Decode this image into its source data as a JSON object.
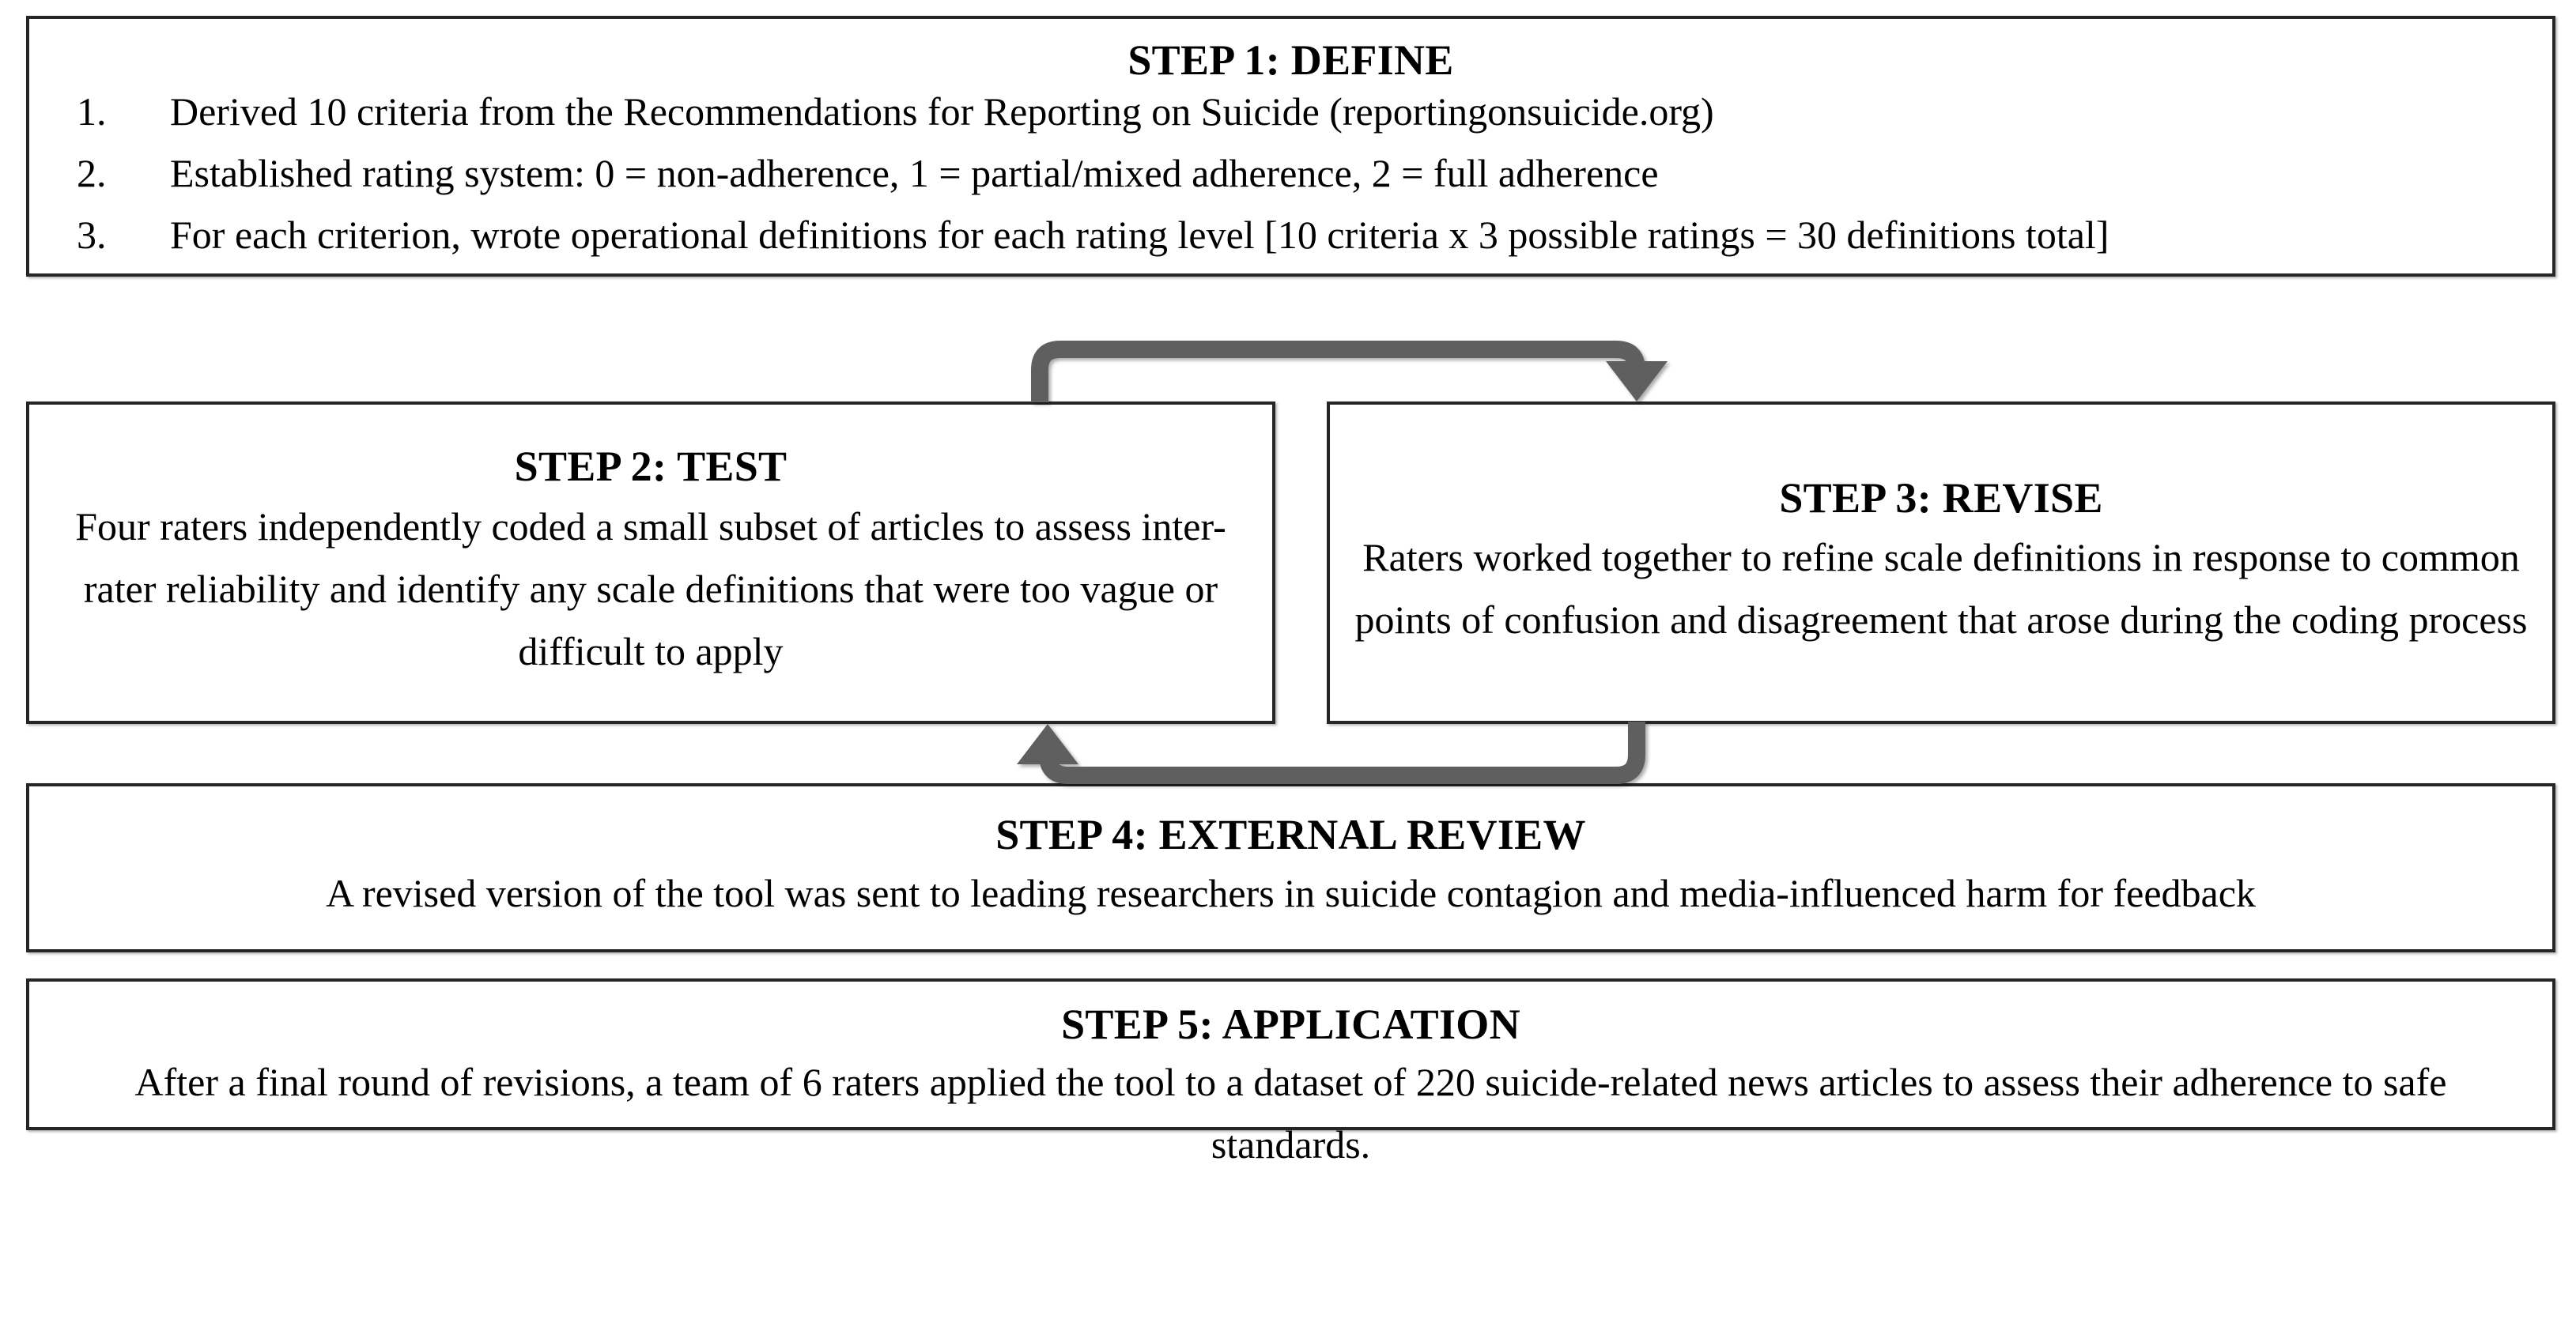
{
  "diagram": {
    "title": "Scale development process flowchart",
    "arrow_color": "#5f5f5f",
    "box_border_color": "#262626",
    "background_color": "#ffffff"
  },
  "steps": [
    {
      "id": "step1",
      "title": "STEP 1: DEFINE",
      "list": [
        {
          "num": "1.",
          "text": "Derived 10 criteria from the Recommendations for Reporting on Suicide (reportingonsuicide.org)"
        },
        {
          "num": "2.",
          "text": "Established rating system: 0 = non-adherence, 1 = partial/mixed adherence,   2 = full adherence"
        },
        {
          "num": "3.",
          "text": "For each criterion, wrote operational definitions for each rating level [10 criteria x 3 possible ratings = 30 definitions total]"
        }
      ]
    },
    {
      "id": "step2",
      "title": "STEP 2: TEST",
      "body": "Four raters independently coded a small subset of articles to assess inter-rater reliability and identify any scale definitions that were too vague or difficult to apply"
    },
    {
      "id": "step3",
      "title": "STEP 3: REVISE",
      "body": "Raters worked together to refine scale definitions in response to common points of confusion and disagreement that arose during the coding process"
    },
    {
      "id": "step4",
      "title": "STEP 4: EXTERNAL REVIEW",
      "body": "A revised version of the tool was sent to leading researchers in suicide contagion and media-influenced harm for feedback"
    },
    {
      "id": "step5",
      "title": "STEP 5: APPLICATION",
      "body": "After a final round of revisions, a team of 6 raters applied the tool to a dataset of 220 suicide-related news articles to assess their adherence to safe standards."
    }
  ],
  "connectors": [
    {
      "name": "arrow-step2-to-step3",
      "direction": "left-to-right-over-top"
    },
    {
      "name": "arrow-step3-to-step2",
      "direction": "right-to-left-under-bottom"
    }
  ]
}
